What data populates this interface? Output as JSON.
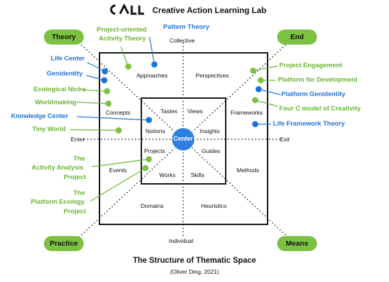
{
  "header": {
    "brand": "Creative Action Learning Lab",
    "logo_text": "CALL"
  },
  "corners": {
    "theory": "Theory",
    "end": "End",
    "practice": "Practice",
    "means": "Means"
  },
  "axes": {
    "collective": "Collective",
    "individual": "Individual",
    "enter": "Enter",
    "exit": "Exit"
  },
  "outer": {
    "approaches": "Approaches",
    "perspectives": "Perspectives",
    "concepts": "Concepts",
    "frameworks": "Frameworks",
    "events": "Events",
    "methods": "Methods",
    "domains": "Domains",
    "heuristics": "Heuristics"
  },
  "inner": {
    "tastes": "Tastes",
    "views": "Views",
    "notions": "Notions",
    "insights": "Insights",
    "projects": "Projects",
    "guides": "Guides",
    "works": "Works",
    "skills": "Skills"
  },
  "center": "Center",
  "left_annotations": {
    "life_center": "Life Center",
    "genidentity": "Genidentity",
    "ecological_niche": "Ecological Niche",
    "worldmaking": "Worldmaking",
    "knowledge_center": "Knowledge Center",
    "tiny_world": "Tiny World",
    "activity_analysis_1": "The",
    "activity_analysis_2": "Activity Analysis",
    "activity_analysis_3": "Project",
    "platform_ecology_1": "The",
    "platform_ecology_2": "Platform Ecology",
    "platform_ecology_3": "Project"
  },
  "top_annotations": {
    "project_oriented_1": "Project-oriented",
    "project_oriented_2": "Activity Theory",
    "pattern_theory": "Pattern Theory"
  },
  "right_annotations": {
    "project_engagement": "Project Engagement",
    "platform_for_development": "Platform for Development",
    "platform_genidentity": "Platform Genidentity",
    "four_c": "Four C model of Creativity",
    "life_framework": "Life Framework Theory"
  },
  "footer": {
    "title": "The Structure of Thematic Space",
    "subtitle": "(Oliver Ding, 2021)"
  },
  "colors": {
    "green": "#7dc142",
    "green_text": "#6ab332",
    "blue": "#1f72d8",
    "center": "#2e7fe0"
  }
}
